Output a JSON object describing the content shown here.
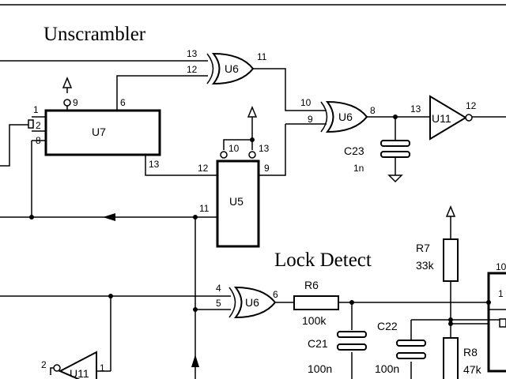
{
  "sections": {
    "unscrambler": "Unscrambler",
    "lock_detect": "Lock Detect"
  },
  "chips": {
    "u7": "U7",
    "u5": "U5",
    "u6a": "U6",
    "u6b": "U6",
    "u6c": "U6",
    "u11a": "U11",
    "u11b": "U11"
  },
  "pins": {
    "u6a_13": "13",
    "u6a_12": "12",
    "u6a_11": "11",
    "u7_9": "9",
    "u7_6": "6",
    "u7_1": "1",
    "u7_2": "2",
    "u7_8": "8",
    "u7_13": "13",
    "u6b_10": "10",
    "u6b_9": "9",
    "u6b_8": "8",
    "u11a_13": "13",
    "u11a_12": "12",
    "u5_10": "10",
    "u5_13": "13",
    "u5_12": "12",
    "u5_9": "9",
    "u5_11": "11",
    "u6c_4": "4",
    "u6c_5": "5",
    "u6c_6": "6",
    "u11b_2": "2",
    "u11b_1": "1",
    "edge_10": "10",
    "edge_1": "1"
  },
  "parts": {
    "c23": {
      "ref": "C23",
      "value": "1n"
    },
    "r7": {
      "ref": "R7",
      "value": "33k"
    },
    "r6": {
      "ref": "R6",
      "value": "100k"
    },
    "c21": {
      "ref": "C21",
      "value": "100n"
    },
    "c22": {
      "ref": "C22",
      "value": "100n"
    },
    "r8": {
      "ref": "R8",
      "value": "47k"
    }
  }
}
